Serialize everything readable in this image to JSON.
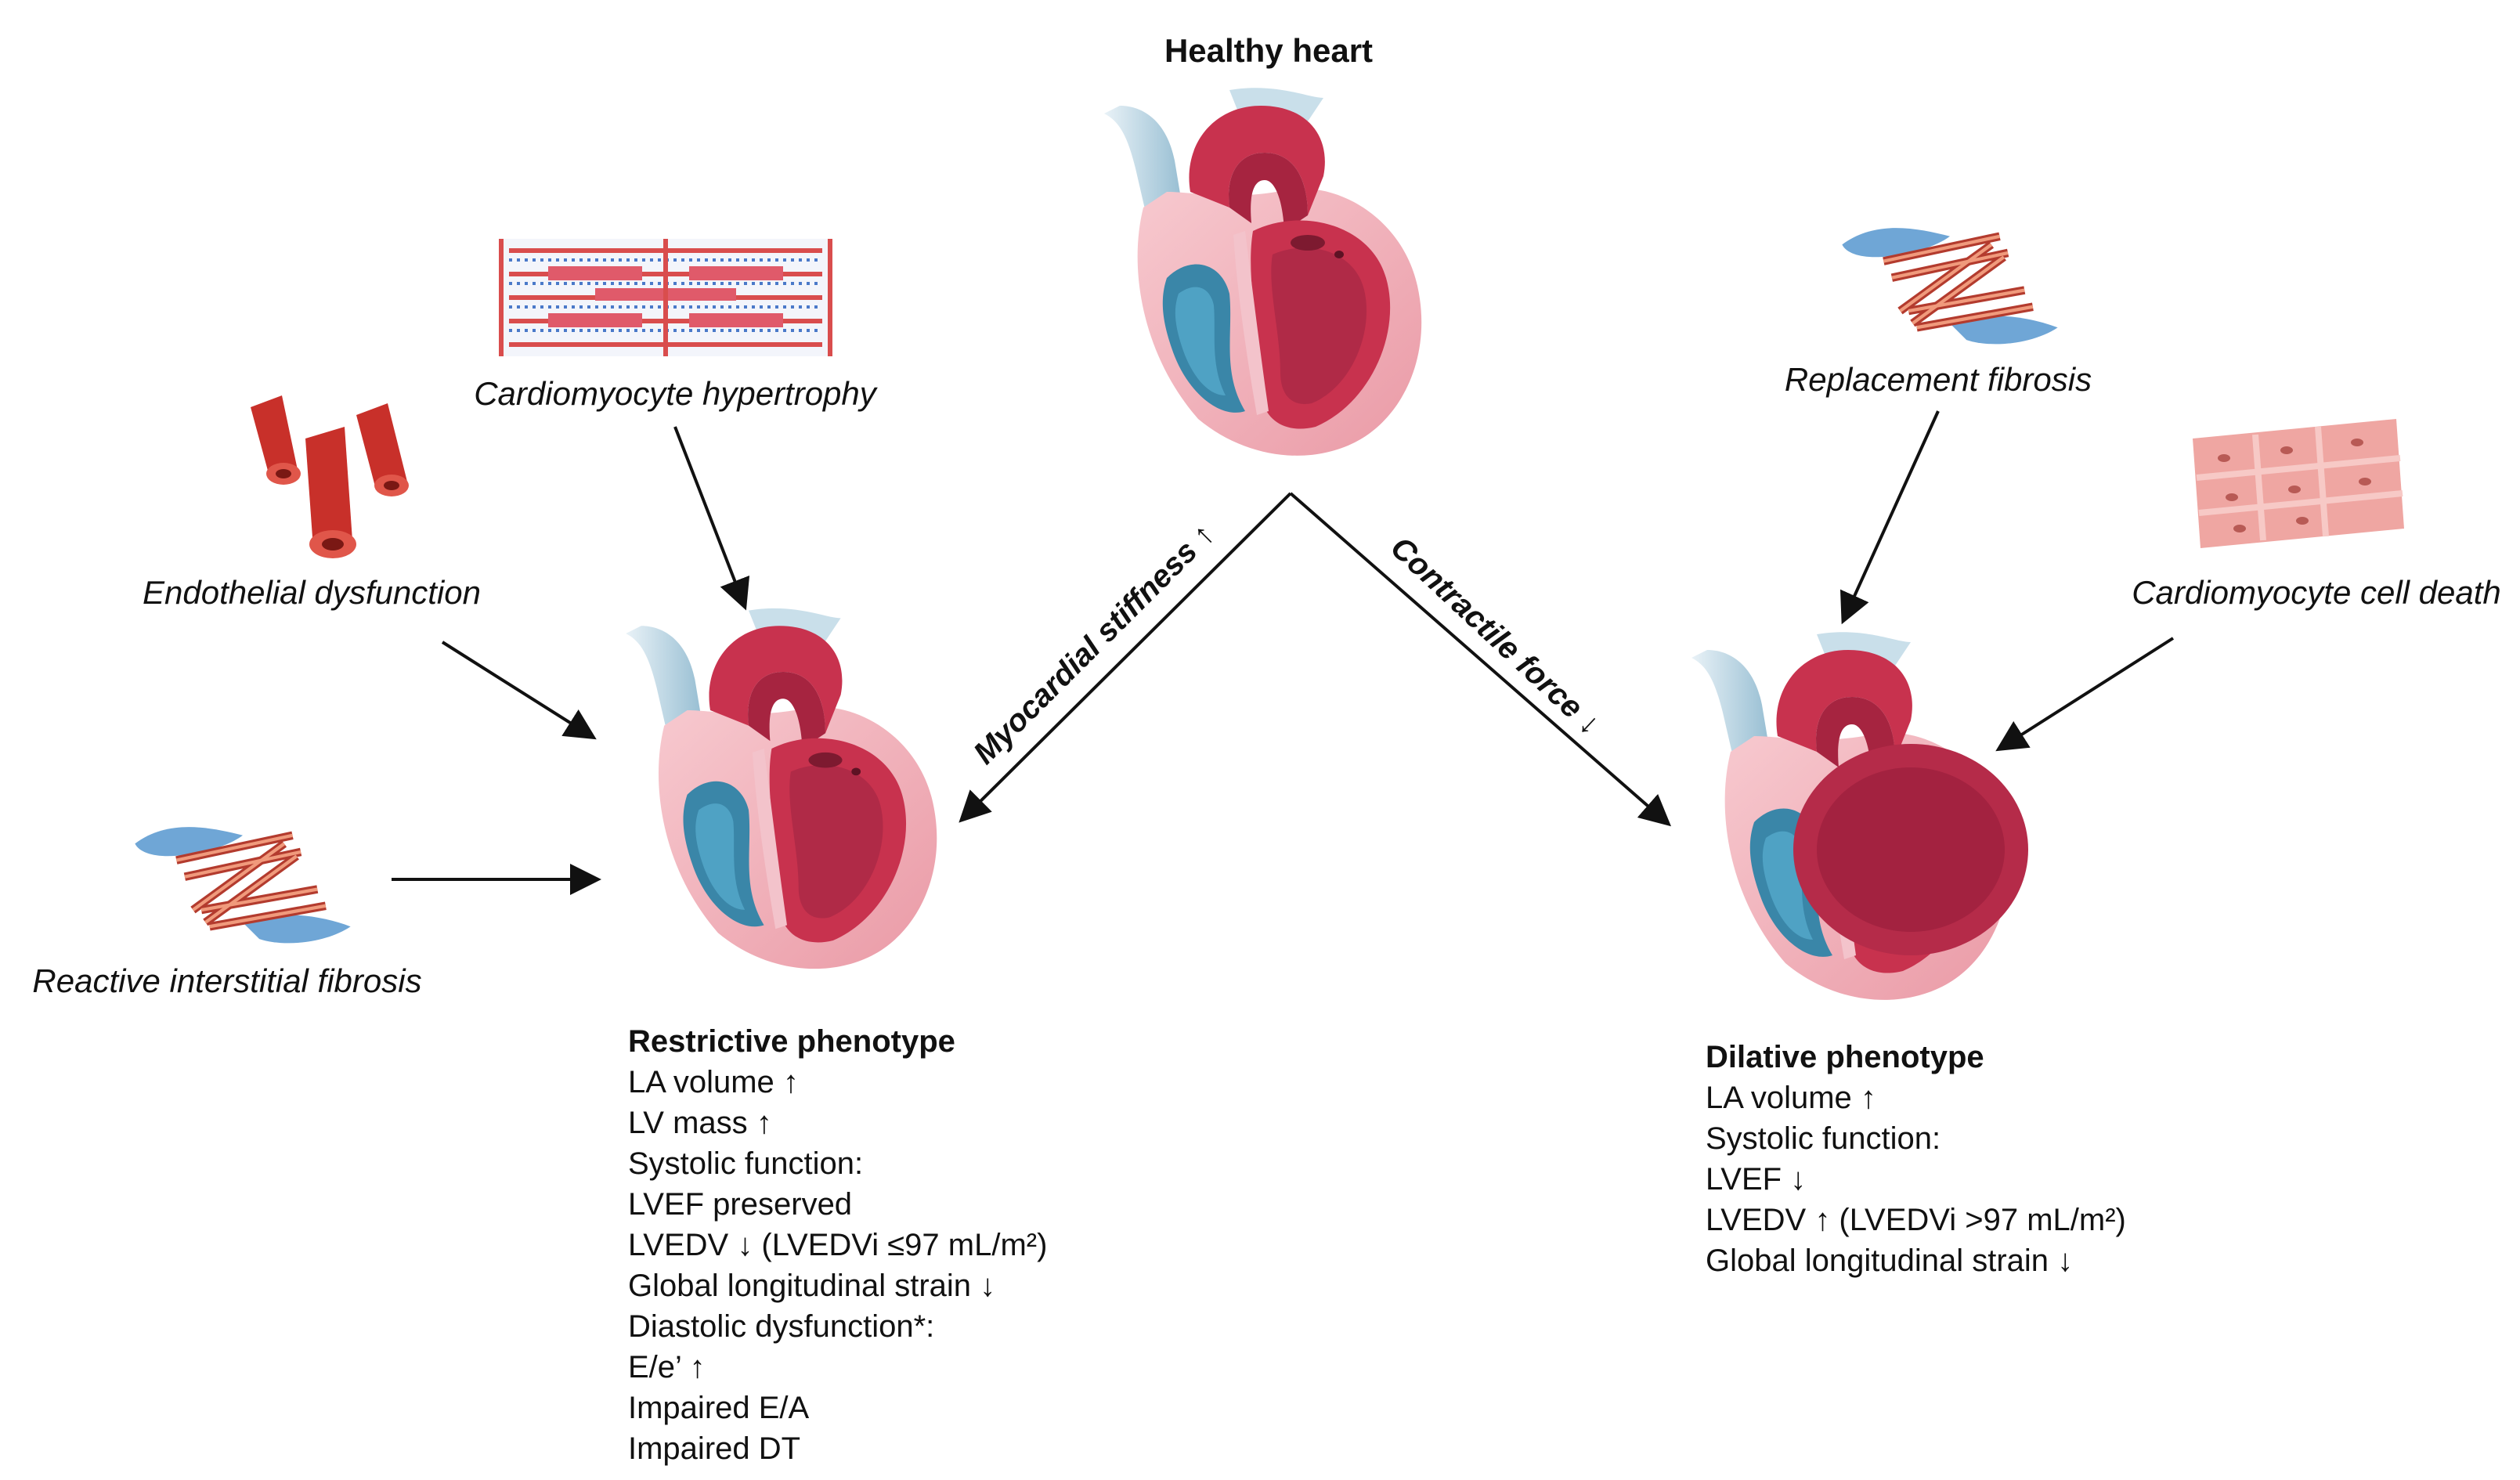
{
  "top": {
    "title": "Healthy heart"
  },
  "arrows": {
    "left": "Myocardial stiffness ↑",
    "right": "Contractile force ↓"
  },
  "left_factors": {
    "hypertrophy": "Cardiomyocyte hypertrophy",
    "endothelial": "Endothelial dysfunction",
    "interstitial": "Reactive interstitial fibrosis"
  },
  "right_factors": {
    "replacement": "Replacement fibrosis",
    "cell_death": "Cardiomyocyte cell death"
  },
  "restrictive": {
    "title": "Restrictive phenotype",
    "lines": [
      "LA volume ↑",
      "LV mass ↑",
      "Systolic function:",
      "LVEF preserved",
      "LVEDV ↓ (LVEDVi ≤97 mL/m²)",
      "Global longitudinal strain ↓",
      "Diastolic dysfunction*:",
      "E/e’ ↑",
      "Impaired E/A",
      "Impaired DT"
    ]
  },
  "dilative": {
    "title": "Dilative phenotype",
    "lines": [
      "LA volume ↑",
      "Systolic function:",
      "LVEF ↓",
      "LVEDV ↑ (LVEDVi >97 mL/m²)",
      "Global longitudinal strain ↓"
    ]
  },
  "colors": {
    "muscle": "#c8324e",
    "muscle_dark": "#9c1f38",
    "blood_blue": "#3a86a8",
    "pericardium": "#f2b6bf",
    "vessel_light": "#cfe3ee",
    "fibrosis_blue": "#6fa6d6",
    "tissue_pink": "#f0a7a4"
  }
}
